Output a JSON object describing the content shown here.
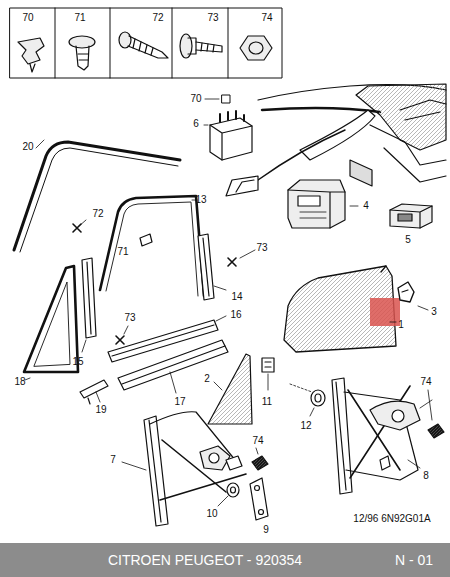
{
  "diagram": {
    "labels": [
      "70",
      "71",
      "72",
      "73",
      "74",
      "70",
      "6",
      "4",
      "5",
      "20",
      "13",
      "72",
      "71",
      "73",
      "14",
      "16",
      "73",
      "15",
      "18",
      "17",
      "19",
      "3",
      "1",
      "2",
      "11",
      "12",
      "74",
      "74",
      "8",
      "7",
      "9",
      "10",
      "12/96 6N92G01A",
      "CITROEN PEUGEOT - 920354",
      "N - 01"
    ]
  }
}
